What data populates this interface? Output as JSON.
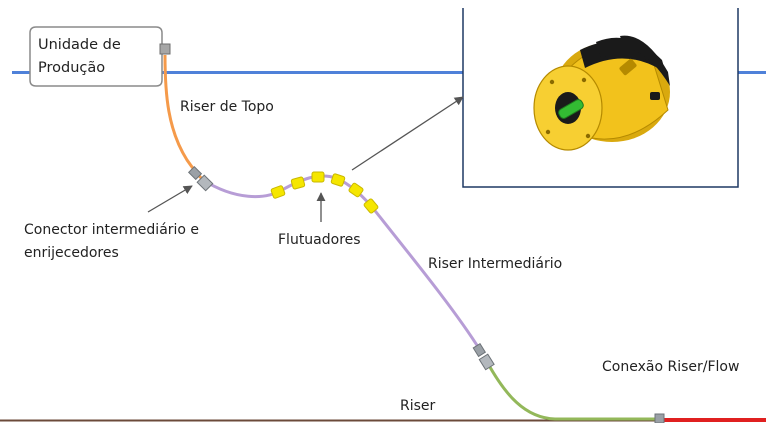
{
  "colors": {
    "sea_surface": "#4f81d9",
    "seabed": "#6b4a3a",
    "flowline": "#e02020",
    "riser_top": "#f59a4a",
    "riser_intermediate": "#b79dd6",
    "riser_bottom": "#93b85a",
    "float": "#f5e600",
    "float_stroke": "#c9b800",
    "connector": "#9aa0a6",
    "arrow": "#555555",
    "buoy_yellow": "#f2c21c",
    "buoy_dark": "#1a1a1a",
    "buoy_core": "#33bb33"
  },
  "unit": {
    "line1": "Unidade de",
    "line2": "Produção"
  },
  "labels": {
    "riser_topo": "Riser de Topo",
    "conector_line1": "Conector intermediário e",
    "conector_line2": "enrijecedores",
    "flutuadores": "Flutuadores",
    "riser_intermediario": "Riser Intermediário",
    "riser": "Riser",
    "conexao": "Conexão Riser/Flow"
  },
  "icons": {
    "buoyancy_module": "buoyancy-module-icon",
    "connector": "connector-icon",
    "float": "float-icon"
  }
}
